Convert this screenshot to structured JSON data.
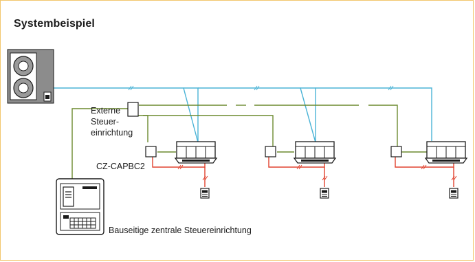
{
  "title": "Systembeispiel",
  "labels": {
    "external_control": [
      "Externe",
      "Steuer-",
      "einrichtung"
    ],
    "adapter": "CZ-CAPBC2",
    "central_control": "Bauseitige zentrale Steuereinrichtung"
  },
  "colors": {
    "frame": "#f2c66b",
    "refrigerant_pipe": "#4ab3d6",
    "control_wire": "#6b8a2f",
    "remote_wire": "#e0412e",
    "equipment": "#1a1a1a"
  },
  "icons": [
    "outdoor-unit-icon",
    "cassette-unit-icon",
    "wired-remote-icon",
    "central-controller-icon",
    "adapter-box-icon"
  ]
}
